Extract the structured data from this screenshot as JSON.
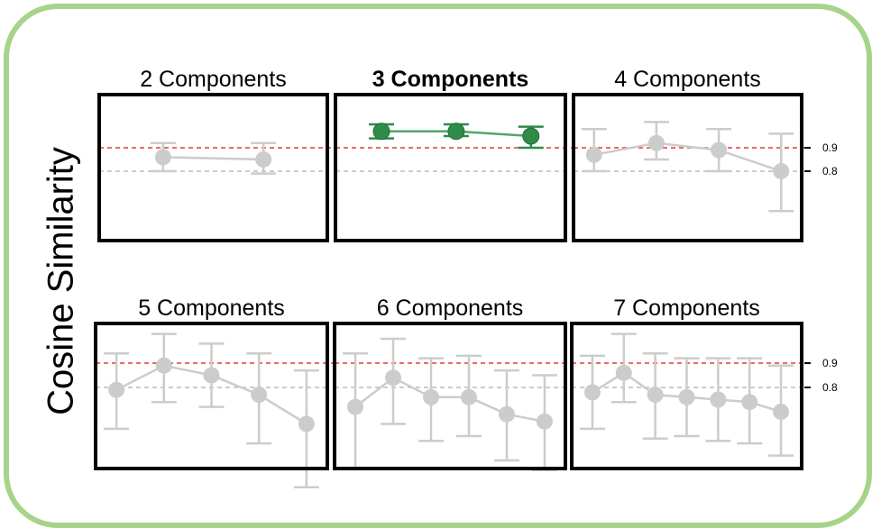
{
  "ylabel": "Cosine Similarity",
  "colors": {
    "frame": "#a5d48a",
    "highlight": "#2e8b48",
    "highlight_line": "#4fa66a",
    "muted": "#cccccc",
    "ref_09": "#e53935",
    "ref_08": "#bbbbbb"
  },
  "chart_data": [
    {
      "type": "line",
      "title": "2 Components",
      "highlight": false,
      "x": [
        1,
        2
      ],
      "values": [
        0.86,
        0.85
      ],
      "err_low": [
        0.8,
        0.79
      ],
      "err_high": [
        0.92,
        0.92
      ],
      "ref_lines": [
        0.9,
        0.8
      ]
    },
    {
      "type": "line",
      "title": "3 Components",
      "highlight": true,
      "x": [
        1,
        2,
        3
      ],
      "values": [
        0.97,
        0.97,
        0.95
      ],
      "err_low": [
        0.94,
        0.95,
        0.9
      ],
      "err_high": [
        1.0,
        1.0,
        0.99
      ],
      "ref_lines": [
        0.9,
        0.8
      ]
    },
    {
      "type": "line",
      "title": "4 Components",
      "highlight": false,
      "x": [
        1,
        2,
        3,
        4
      ],
      "values": [
        0.87,
        0.92,
        0.89,
        0.8
      ],
      "err_low": [
        0.8,
        0.85,
        0.8,
        0.63
      ],
      "err_high": [
        0.98,
        1.01,
        0.98,
        0.96
      ],
      "ref_lines": [
        0.9,
        0.8
      ],
      "ytick_labels": [
        "0.9",
        "0.8"
      ]
    },
    {
      "type": "line",
      "title": "5 Components",
      "highlight": false,
      "x": [
        1,
        2,
        3,
        4,
        5
      ],
      "values": [
        0.79,
        0.89,
        0.85,
        0.77,
        0.65
      ],
      "err_low": [
        0.63,
        0.74,
        0.72,
        0.57,
        0.39
      ],
      "err_high": [
        0.94,
        1.02,
        0.98,
        0.94,
        0.87
      ],
      "ref_lines": [
        0.9,
        0.8
      ]
    },
    {
      "type": "line",
      "title": "6 Components",
      "highlight": false,
      "x": [
        1,
        2,
        3,
        4,
        5,
        6
      ],
      "values": [
        0.72,
        0.84,
        0.76,
        0.76,
        0.69,
        0.66
      ],
      "err_low": [
        0.47,
        0.65,
        0.58,
        0.6,
        0.5,
        0.46
      ],
      "err_high": [
        0.94,
        1.0,
        0.92,
        0.93,
        0.87,
        0.85
      ],
      "ref_lines": [
        0.9,
        0.8
      ]
    },
    {
      "type": "line",
      "title": "7 Components",
      "highlight": false,
      "x": [
        1,
        2,
        3,
        4,
        5,
        6,
        7
      ],
      "values": [
        0.78,
        0.86,
        0.77,
        0.76,
        0.75,
        0.74,
        0.7
      ],
      "err_low": [
        0.63,
        0.74,
        0.59,
        0.6,
        0.58,
        0.57,
        0.52
      ],
      "err_high": [
        0.93,
        1.02,
        0.94,
        0.92,
        0.92,
        0.92,
        0.89
      ],
      "ref_lines": [
        0.9,
        0.8
      ],
      "ytick_labels": [
        "0.9",
        "0.8"
      ]
    }
  ]
}
